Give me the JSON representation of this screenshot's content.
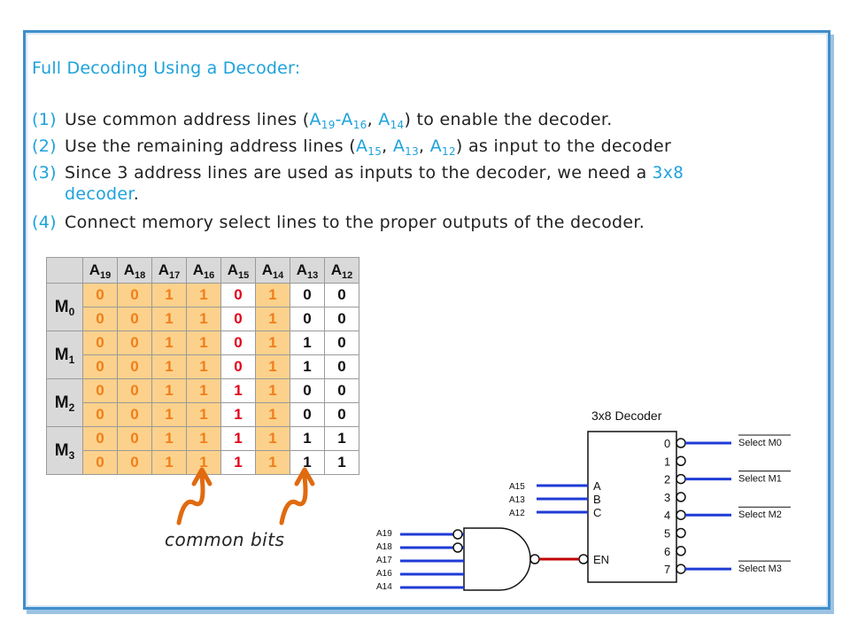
{
  "slide": {
    "title": "Full Decoding Using a Decoder:",
    "items": [
      {
        "num": "(1)",
        "pre": "Use common address lines (",
        "a": "A",
        "a_sub": "19",
        "dash": "-",
        "b": "A",
        "b_sub": "16",
        "comma": ", ",
        "c": "A",
        "c_sub": "14",
        "post": ") to enable the decoder."
      },
      {
        "num": "(2)",
        "pre": "Use the remaining address lines (",
        "a": "A",
        "a_sub": "15",
        "comma1": ", ",
        "b": "A",
        "b_sub": "13",
        "comma2": ", ",
        "c": "A",
        "c_sub": "12",
        "post": ") as input to the decoder"
      },
      {
        "num": "(3)",
        "pre": "Since 3 address lines are used as inputs to the decoder, we need a ",
        "hl1": "3x8",
        "cont_hl": "decoder",
        "cont_post": "."
      },
      {
        "num": "(4)",
        "text": "Connect memory select lines to the proper outputs of the decoder."
      }
    ]
  },
  "truth_table": {
    "headers": [
      {
        "base": "A",
        "sub": "19"
      },
      {
        "base": "A",
        "sub": "18"
      },
      {
        "base": "A",
        "sub": "17"
      },
      {
        "base": "A",
        "sub": "16"
      },
      {
        "base": "A",
        "sub": "15"
      },
      {
        "base": "A",
        "sub": "14"
      },
      {
        "base": "A",
        "sub": "13"
      },
      {
        "base": "A",
        "sub": "12"
      }
    ],
    "memories": [
      {
        "label": "M",
        "sub": "0",
        "rows": [
          [
            "0",
            "0",
            "1",
            "1",
            "0",
            "1",
            "0",
            "0"
          ],
          [
            "0",
            "0",
            "1",
            "1",
            "0",
            "1",
            "0",
            "0"
          ]
        ]
      },
      {
        "label": "M",
        "sub": "1",
        "rows": [
          [
            "0",
            "0",
            "1",
            "1",
            "0",
            "1",
            "1",
            "0"
          ],
          [
            "0",
            "0",
            "1",
            "1",
            "0",
            "1",
            "1",
            "0"
          ]
        ]
      },
      {
        "label": "M",
        "sub": "2",
        "rows": [
          [
            "0",
            "0",
            "1",
            "1",
            "1",
            "1",
            "0",
            "0"
          ],
          [
            "0",
            "0",
            "1",
            "1",
            "1",
            "1",
            "0",
            "0"
          ]
        ]
      },
      {
        "label": "M",
        "sub": "3",
        "rows": [
          [
            "0",
            "0",
            "1",
            "1",
            "1",
            "1",
            "1",
            "1"
          ],
          [
            "0",
            "0",
            "1",
            "1",
            "1",
            "1",
            "1",
            "1"
          ]
        ]
      }
    ],
    "highlight_columns": [
      0,
      1,
      2,
      3,
      5
    ],
    "red_columns": [
      4
    ]
  },
  "caption": "common bits",
  "decoder": {
    "title": "3x8 Decoder",
    "inputs": [
      {
        "signal": "A15",
        "pin": "A"
      },
      {
        "signal": "A13",
        "pin": "B"
      },
      {
        "signal": "A12",
        "pin": "C"
      }
    ],
    "enable_label": "EN",
    "gate_inputs": [
      "A19",
      "A18",
      "A17",
      "A16",
      "A14"
    ],
    "output_numbers": [
      "0",
      "1",
      "2",
      "3",
      "4",
      "5",
      "6",
      "7"
    ],
    "select_lines": [
      {
        "output": 0,
        "label": "Select M0"
      },
      {
        "output": 2,
        "label": "Select M1"
      },
      {
        "output": 4,
        "label": "Select M2"
      },
      {
        "output": 7,
        "label": "Select M3"
      }
    ],
    "colors": {
      "wire": "#1f3bd6",
      "enable_wire": "#c00000",
      "arrow": "#e06a10"
    }
  }
}
